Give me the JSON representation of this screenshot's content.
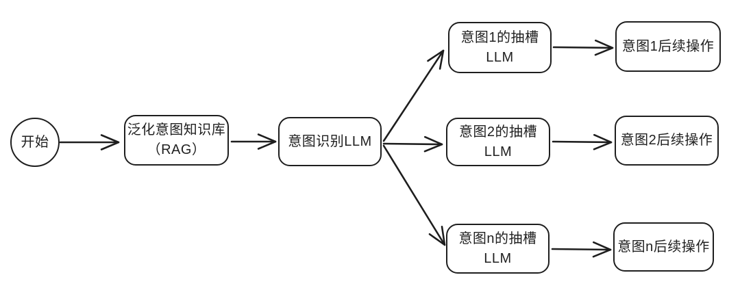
{
  "diagram": {
    "nodes": {
      "start": {
        "label": "开始",
        "shape": "circle"
      },
      "kb": {
        "label": "泛化意图知识库\n（RAG）",
        "shape": "rounded-rect"
      },
      "intent_llm": {
        "label": "意图识别LLM",
        "shape": "rounded-rect"
      },
      "slot_1": {
        "label": "意图1的抽槽\nLLM",
        "shape": "rounded-rect"
      },
      "op_1": {
        "label": "意图1后续操作",
        "shape": "rounded-rect"
      },
      "slot_2": {
        "label": "意图2的抽槽\nLLM",
        "shape": "rounded-rect"
      },
      "op_2": {
        "label": "意图2后续操作",
        "shape": "rounded-rect"
      },
      "slot_n": {
        "label": "意图n的抽槽\nLLM",
        "shape": "rounded-rect"
      },
      "op_n": {
        "label": "意图n后续操作",
        "shape": "rounded-rect"
      }
    },
    "edges": [
      {
        "from": "start",
        "to": "kb"
      },
      {
        "from": "kb",
        "to": "intent_llm"
      },
      {
        "from": "intent_llm",
        "to": "slot_1"
      },
      {
        "from": "intent_llm",
        "to": "slot_2"
      },
      {
        "from": "intent_llm",
        "to": "slot_n"
      },
      {
        "from": "slot_1",
        "to": "op_1"
      },
      {
        "from": "slot_2",
        "to": "op_2"
      },
      {
        "from": "slot_n",
        "to": "op_n"
      }
    ]
  },
  "colors": {
    "stroke": "#1e1e1e",
    "node_fill": "#ffffff",
    "background": "#ffffff",
    "text": "#1f1f1f"
  }
}
